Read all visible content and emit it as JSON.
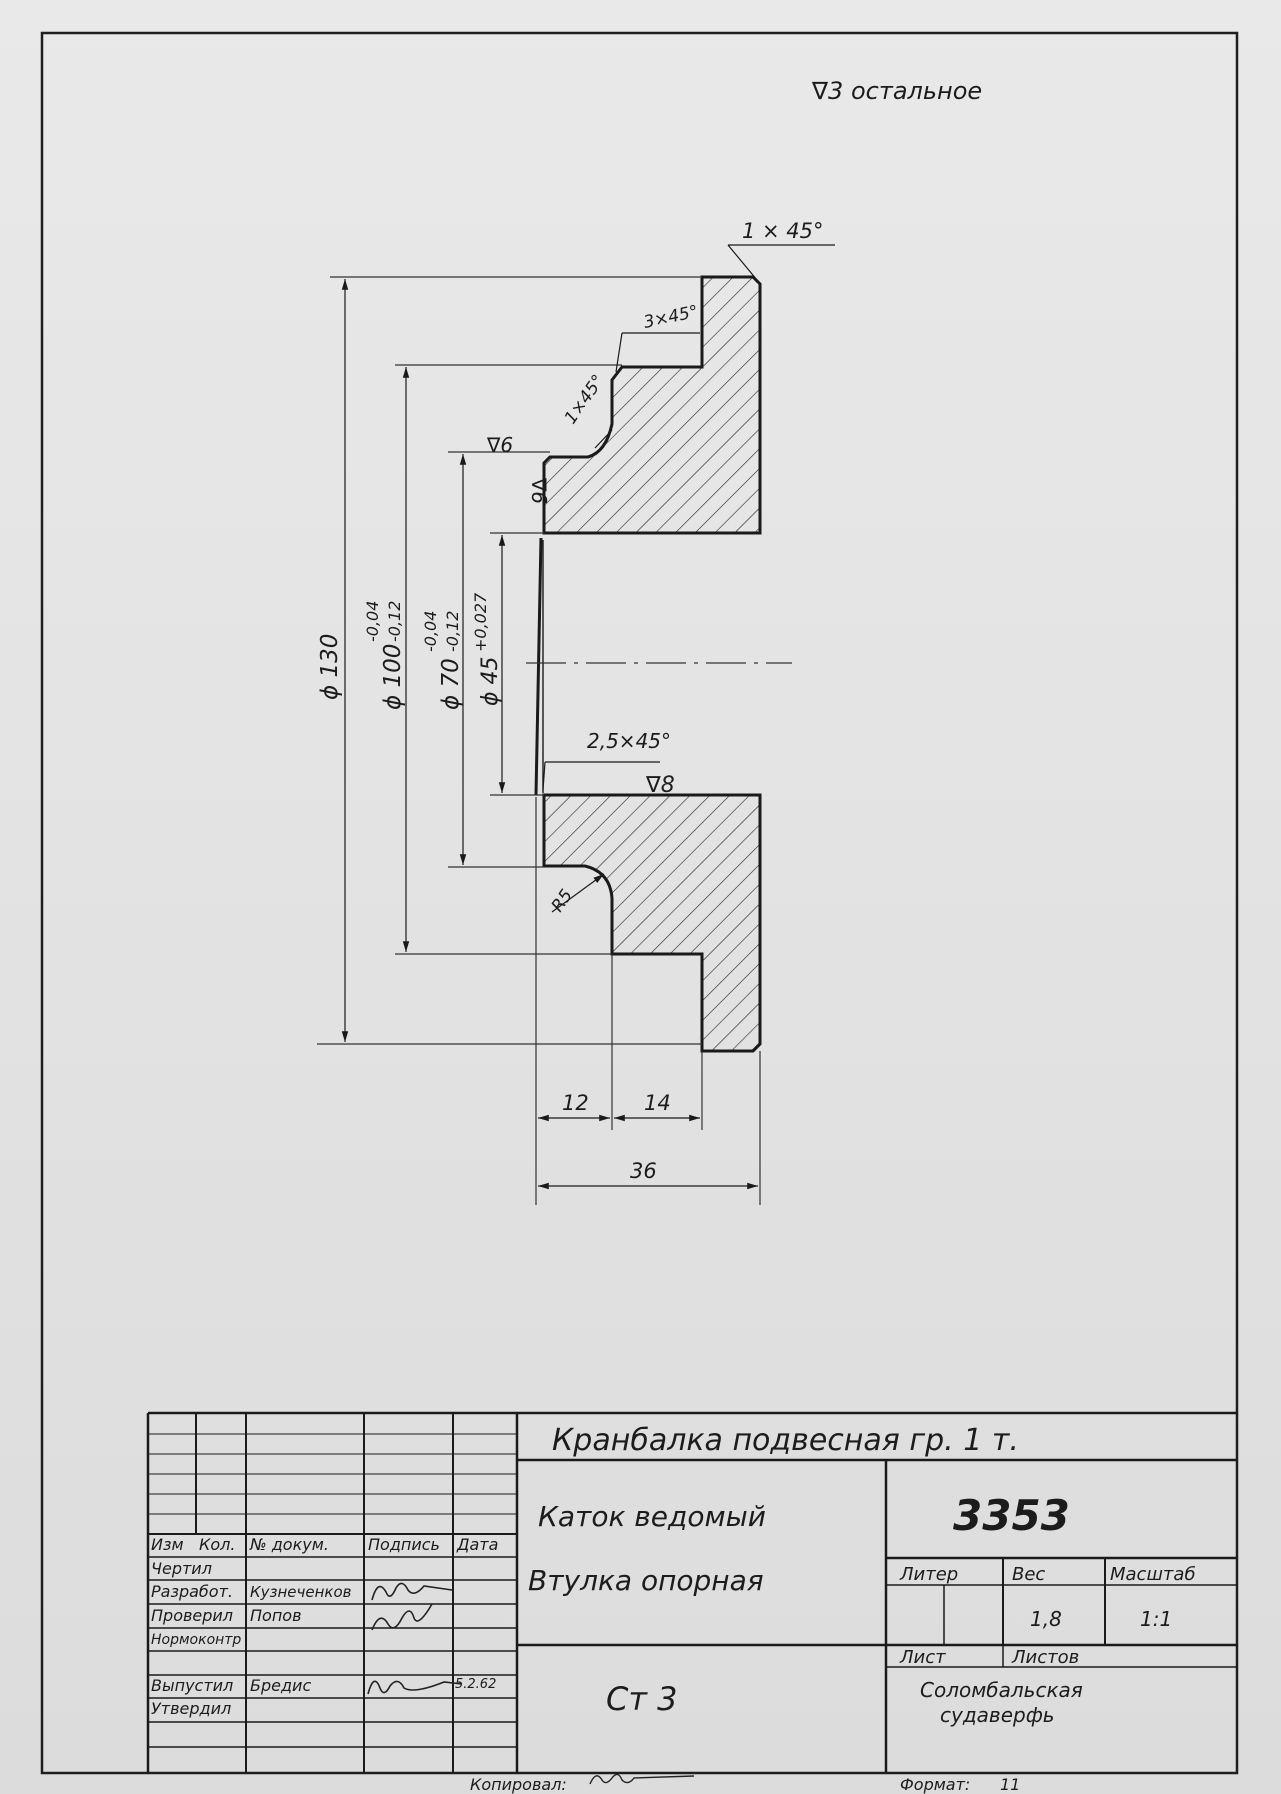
{
  "drawing": {
    "roughness_note": "∇3 остальное",
    "chamfer_top": "1 × 45°",
    "chamfer_3": "3×45°",
    "chamfer_1": "1×45°",
    "chamfer_25": "2,5×45°",
    "roughness_6a": "∇6",
    "roughness_6b": "∇6",
    "roughness_8": "∇8",
    "radius": "R5",
    "dia_130": "ϕ 130",
    "dia_100": "ϕ 100",
    "dia_100_tol_upper": "-0,04",
    "dia_100_tol_lower": "-0,12",
    "dia_70": "ϕ 70",
    "dia_70_tol_upper": "-0,04",
    "dia_70_tol_lower": "-0,12",
    "dia_45": "ϕ 45",
    "dia_45_tol": "+0,027",
    "dim_12": "12",
    "dim_14": "14",
    "dim_36": "36"
  },
  "title_block": {
    "assembly": "Кранбалка подвесная гр. 1 т.",
    "part_name_1": "Каток ведомый",
    "part_name_2": "Втулка опорная",
    "doc_number": "3353",
    "material": "Ст 3",
    "header_izm": "Изм",
    "header_kol": "Кол.",
    "header_doc": "№ докум.",
    "header_sign": "Подпись",
    "header_date": "Дата",
    "role_chertil": "Чертил",
    "role_razrabot": "Разработ.",
    "role_proveril": "Проверил",
    "role_normokontr": "Нормоконтр",
    "role_vypustil": "Выпустил",
    "role_utverdil": "Утвердил",
    "name_razrabot": "Кузнеченков",
    "name_proveril": "Попов",
    "name_vypustil": "Бредис",
    "date_vypustil": "5.2.62",
    "liter_label": "Литер",
    "weight_label": "Вес",
    "scale_label": "Масштаб",
    "weight_value": "1,8",
    "scale_value": "1:1",
    "sheet_label": "Лист",
    "sheets_label": "Листов",
    "organization_1": "Соломбальская",
    "organization_2": "судаверфь"
  },
  "footer": {
    "copied_label": "Копировал:",
    "format_label": "Формат:",
    "format_value": "11"
  }
}
